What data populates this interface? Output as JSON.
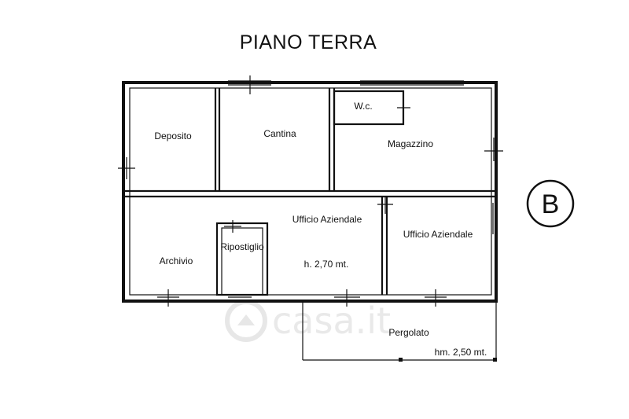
{
  "title": "PIANO TERRA",
  "badge": "B",
  "watermark": "casa.it",
  "rooms": {
    "deposito": "Deposito",
    "cantina": "Cantina",
    "wc": "W.c.",
    "magazzino": "Magazzino",
    "ufficio_aziendale_1": "Ufficio Aziendale",
    "ripostiglio": "Ripostiglio",
    "archivio": "Archivio",
    "height_note": "h. 2,70 mt.",
    "ufficio_aziendale_2": "Ufficio Aziendale",
    "pergolato": "Pergolato",
    "pergolato_height": "hm. 2,50 mt."
  }
}
